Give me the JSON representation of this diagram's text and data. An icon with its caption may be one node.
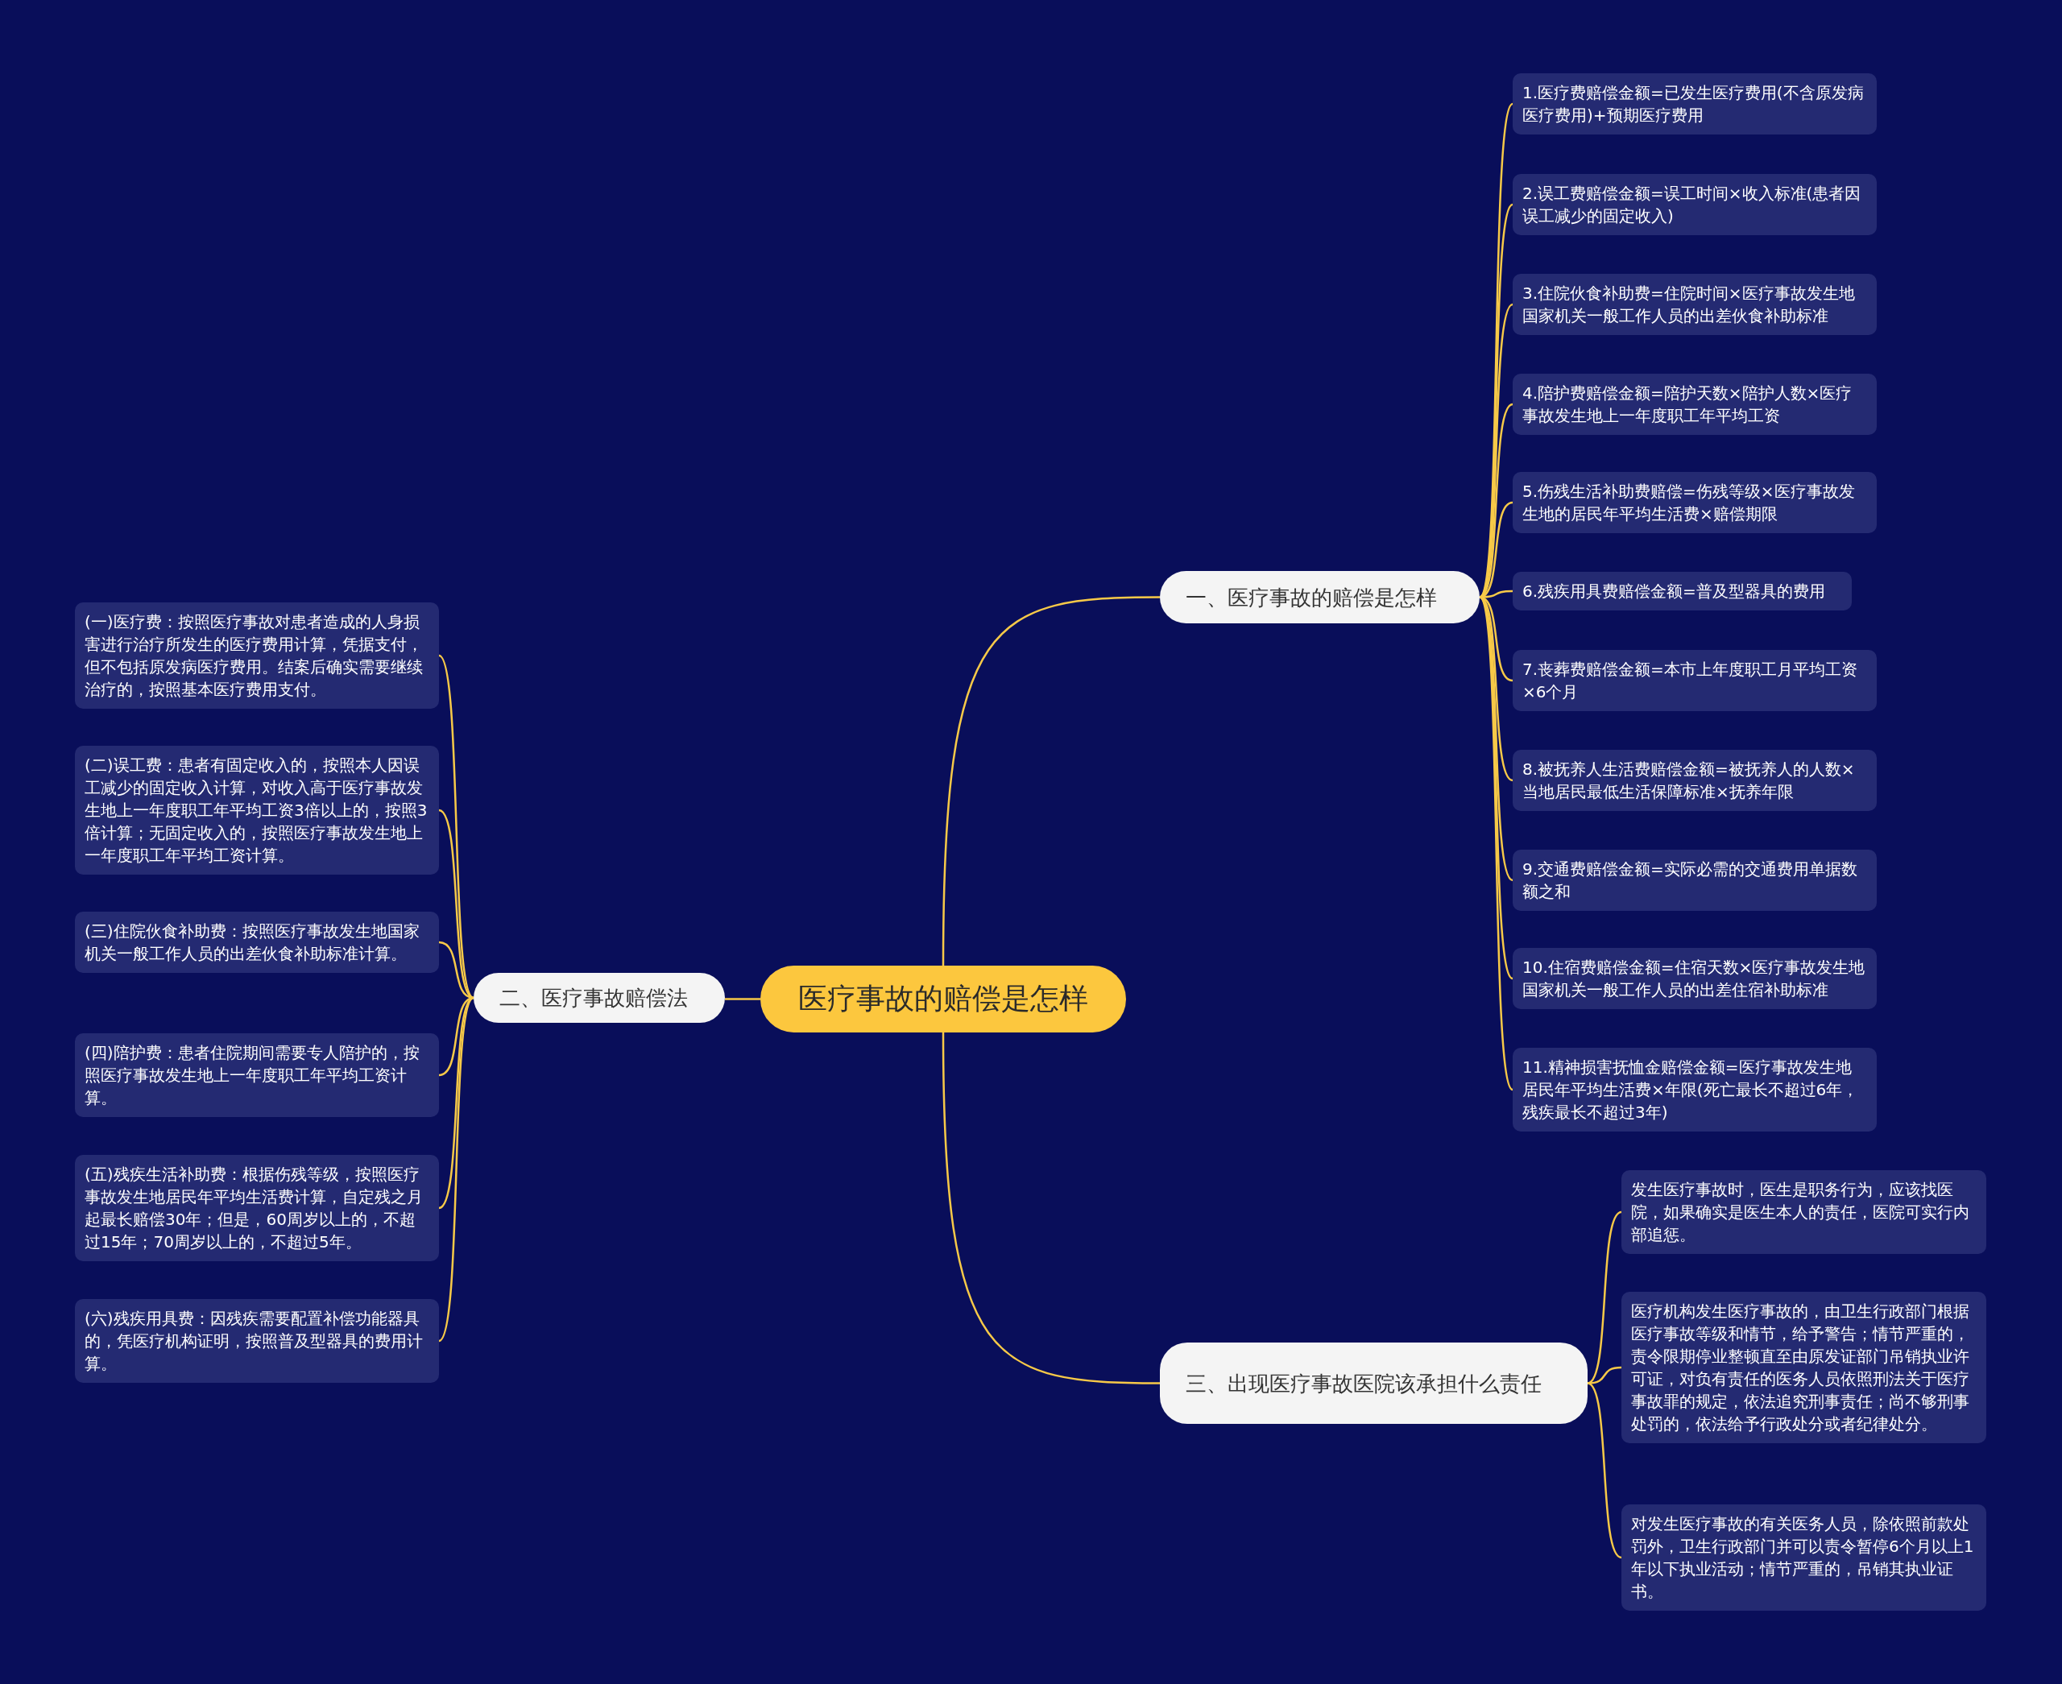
{
  "diagram": {
    "nodes": [
      {
        "text": [
          "医疗事故的赔偿是怎样"
        ]
      },
      {
        "text": [
          "一、医疗事故的赔偿是怎样"
        ]
      },
      {
        "text": [
          "1.医疗费赔偿金额=已发生医疗费用(不含原发病医疗费用)+预期医疗费用"
        ]
      },
      {
        "text": [
          "2.误工费赔偿金额=误工时间×收入标准(患者因误工减少的固定收入)"
        ]
      },
      {
        "text": [
          "3.住院伙食补助费=住院时间×医疗事故发生地国家机关一般工作人员的出差伙食补助标准"
        ]
      },
      {
        "text": [
          "4.陪护费赔偿金额=陪护天数×陪护人数×医疗事故发生地上一年度职工年平均工资"
        ]
      },
      {
        "text": [
          "5.伤残生活补助费赔偿=伤残等级×医疗事故发生地的居民年平均生活费×赔偿期限"
        ]
      },
      {
        "text": [
          "6.残疾用具费赔偿金额=普及型器具的费用"
        ]
      },
      {
        "text": [
          "7.丧葬费赔偿金额=本市上年度职工月平均工资×6个月"
        ]
      },
      {
        "text": [
          "8.被抚养人生活费赔偿金额=被抚养人的人数×当地居民最低生活保障标准×抚养年限"
        ]
      },
      {
        "text": [
          "9.交通费赔偿金额=实际必需的交通费用单据数额之和"
        ]
      },
      {
        "text": [
          "10.住宿费赔偿金额=住宿天数×医疗事故发生地国家机关一般工作人员的出差住宿补助标准"
        ]
      },
      {
        "text": [
          "11.精神损害抚恤金赔偿金额=医疗事故发生地居民年平均生活费×年限(死亡最长不超过6年，残疾最长不超过3年)"
        ]
      },
      {
        "text": [
          "二、医疗事故赔偿法"
        ]
      },
      {
        "text": [
          "(一)医疗费：按照医疗事故对患者造成的人身损害进行治疗所发生的医疗费用计算，凭据支付，但不包括原发病医疗费用。结案后确实需要继续治疗的，按照基本医疗费用支付。"
        ]
      },
      {
        "text": [
          "(二)误工费：患者有固定收入的，按照本人因误工减少的固定收入计算，对收入高于医疗事故发生地上一年度职工年平均工资3倍以上的，按照3倍计算；无固定收入的，按照医疗事故发生地上一年度职工年平均工资计算。"
        ]
      },
      {
        "text": [
          "(三)住院伙食补助费：按照医疗事故发生地国家机关一般工作人员的出差伙食补助标准计算。"
        ]
      },
      {
        "text": [
          "(四)陪护费：患者住院期间需要专人陪护的，按照医疗事故发生地上一年度职工年平均工资计算。"
        ]
      },
      {
        "text": [
          "(五)残疾生活补助费：根据伤残等级，按照医疗事故发生地居民年平均生活费计算，自定残之月起最长赔偿30年；但是，60周岁以上的，不超过15年；70周岁以上的，不超过5年。"
        ]
      },
      {
        "text": [
          "(六)残疾用具费：因残疾需要配置补偿功能器具的，凭医疗机构证明，按照普及型器具的费用计算。"
        ]
      },
      {
        "text": [
          "三、出现医疗事故医院该承担什么责任"
        ]
      },
      {
        "text": [
          "发生医疗事故时，医生是职务行为，应该找医院，如果确实是医生本人的责任，医院可实行内部追惩。"
        ]
      },
      {
        "text": [
          "医疗机构发生医疗事故的，由卫生行政部门根据医疗事故等级和情节，给予警告；情节严重的，责令限期停业整顿直至由原发证部门吊销执业许可证，对负有责任的医务人员依照刑法关于医疗事故罪的规定，依法追究刑事责任；尚不够刑事处罚的，依法给予行政处分或者纪律处分。"
        ]
      },
      {
        "text": [
          "对发生医疗事故的有关医务人员，除依照前款处罚外，卫生行政部门并可以责令暂停6个月以上1年以下执业活动；情节严重的，吊销其执业证书。"
        ]
      }
    ],
    "edges": [
      {
        "from": 0,
        "to": 1,
        "arrow": "none"
      },
      {
        "from": 1,
        "to": 2,
        "arrow": "none"
      },
      {
        "from": 1,
        "to": 3,
        "arrow": "none"
      },
      {
        "from": 1,
        "to": 4,
        "arrow": "none"
      },
      {
        "from": 1,
        "to": 5,
        "arrow": "none"
      },
      {
        "from": 1,
        "to": 6,
        "arrow": "none"
      },
      {
        "from": 1,
        "to": 7,
        "arrow": "none"
      },
      {
        "from": 1,
        "to": 8,
        "arrow": "none"
      },
      {
        "from": 1,
        "to": 9,
        "arrow": "none"
      },
      {
        "from": 1,
        "to": 10,
        "arrow": "none"
      },
      {
        "from": 1,
        "to": 11,
        "arrow": "none"
      },
      {
        "from": 1,
        "to": 12,
        "arrow": "none"
      },
      {
        "from": 0,
        "to": 13,
        "arrow": "none"
      },
      {
        "from": 13,
        "to": 14,
        "arrow": "none"
      },
      {
        "from": 13,
        "to": 15,
        "arrow": "none"
      },
      {
        "from": 13,
        "to": 16,
        "arrow": "none"
      },
      {
        "from": 13,
        "to": 17,
        "arrow": "none"
      },
      {
        "from": 13,
        "to": 18,
        "arrow": "none"
      },
      {
        "from": 13,
        "to": 19,
        "arrow": "none"
      },
      {
        "from": 0,
        "to": 20,
        "arrow": "none"
      },
      {
        "from": 20,
        "to": 21,
        "arrow": "none"
      },
      {
        "from": 20,
        "to": 22,
        "arrow": "none"
      },
      {
        "from": 20,
        "to": 23,
        "arrow": "none"
      }
    ]
  }
}
